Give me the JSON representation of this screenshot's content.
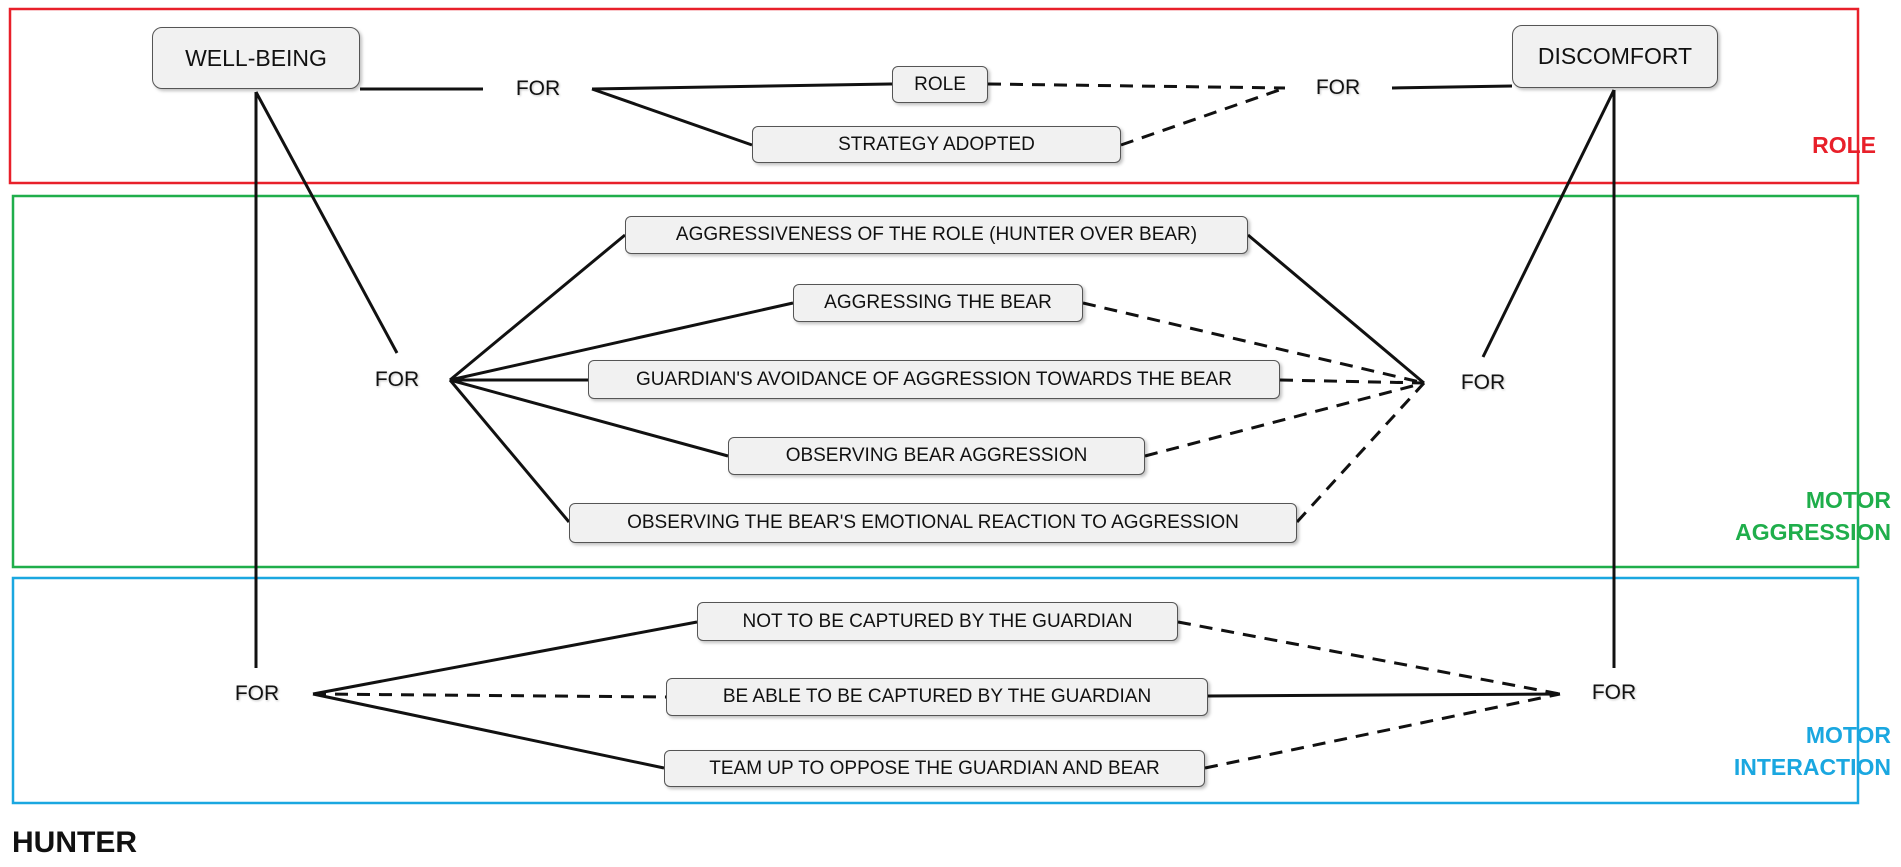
{
  "sections": {
    "role": {
      "label": "ROLE",
      "color": "#e8202a"
    },
    "motor_aggression": {
      "label_line1": "MOTOR",
      "label_line2": "AGGRESSION",
      "color": "#1fae4b"
    },
    "motor_interaction": {
      "label_line1": "MOTOR",
      "label_line2": "INTERACTION",
      "color": "#1aa7e0"
    }
  },
  "nodes": {
    "well_being": "WELL-BEING",
    "discomfort": "DISCOMFORT",
    "role": "ROLE",
    "strategy": "STRATEGY ADOPTED",
    "aggr_role": "AGGRESSIVENESS OF THE ROLE (HUNTER OVER BEAR)",
    "aggr_bear": "AGGRESSING THE BEAR",
    "guardian_avoid": "GUARDIAN'S AVOIDANCE OF AGGRESSION TOWARDS THE BEAR",
    "obs_aggr": "OBSERVING BEAR AGGRESSION",
    "obs_emotion": "OBSERVING THE BEAR'S EMOTIONAL REACTION TO AGGRESSION",
    "not_captured": "NOT TO BE CAPTURED BY THE GUARDIAN",
    "captured": "BE ABLE TO BE CAPTURED BY THE GUARDIAN",
    "team_up": "TEAM UP TO OPPOSE THE GUARDIAN AND BEAR"
  },
  "for_label": "FOR",
  "title": "HUNTER"
}
